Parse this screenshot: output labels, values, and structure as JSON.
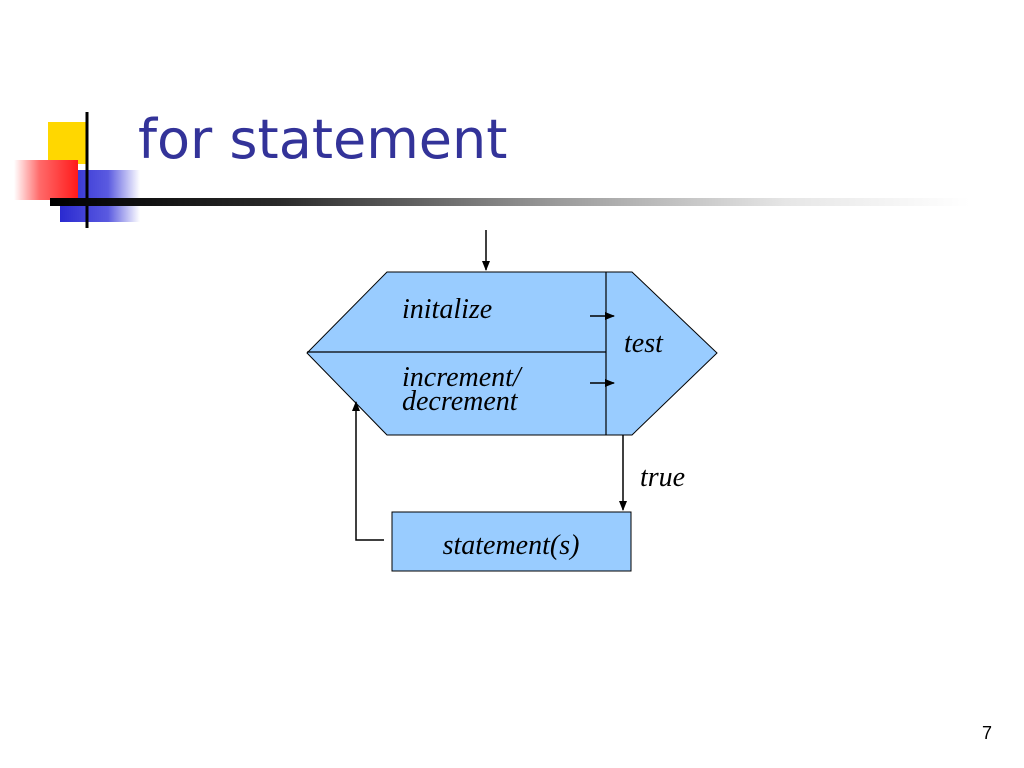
{
  "slide": {
    "title": "for statement",
    "page_number": "7"
  },
  "diagram": {
    "labels": {
      "initialize": "initalize",
      "increment_line1": "increment/",
      "increment_line2": "decrement",
      "test": "test",
      "true_branch": "true",
      "statements": "statement(s)"
    },
    "colors": {
      "shape_fill": "#99CCFF",
      "stroke": "#000000",
      "title": "#333399",
      "logo_yellow": "#FFD700",
      "logo_red": "#FF2A2A",
      "logo_blue": "#3333CC"
    }
  }
}
